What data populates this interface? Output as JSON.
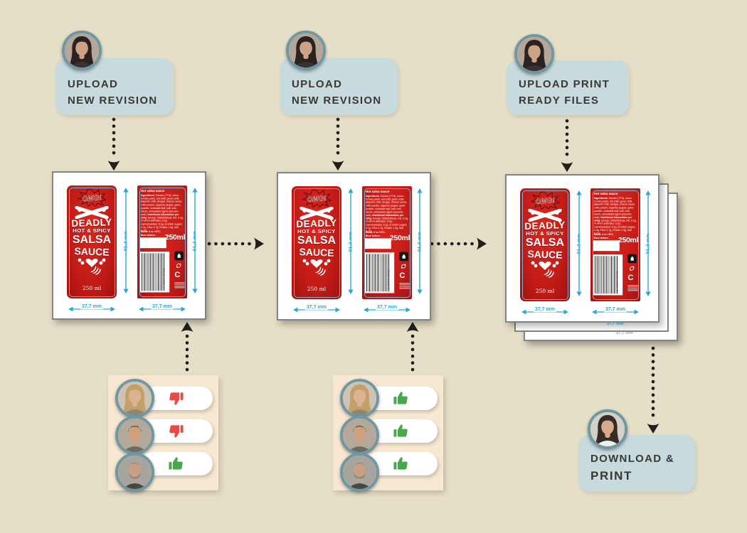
{
  "colors": {
    "background": "#e6dfc8",
    "badge_blue": "#c7dade",
    "panel_peach": "#f8e8d1",
    "label_red": "#c41c17",
    "dimension_blue": "#29a7d9",
    "arrow_black": "#221f1b",
    "avatar_ring_teal": "#6f98a3",
    "accent_green": "#47a94c",
    "accent_red": "#e94b42"
  },
  "stages": [
    {
      "lines": [
        "UPLOAD",
        "NEW REVISION"
      ],
      "avatar": "woman-dark-long"
    },
    {
      "lines": [
        "UPLOAD",
        "NEW REVISION"
      ],
      "avatar": "woman-dark-long"
    },
    {
      "lines": [
        "UPLOAD PRINT",
        "READY FILES"
      ],
      "avatar": "woman-dark-long"
    }
  ],
  "download": {
    "lines": [
      "DOWNLOAD &",
      "PRINT"
    ],
    "avatar": "woman-dark-short"
  },
  "proof": {
    "front_label": {
      "brand": "OMG!",
      "title_lines": [
        "DEADLY",
        "HOT & SPICY",
        "SALSA",
        "SAUCE"
      ],
      "squiggle": ")))",
      "volume": "250 ml"
    },
    "back_label": {
      "title": "Hot salsa sauce",
      "ingredients_label": "Ingredients:",
      "ingredients": "Tomato (77%), onion, tomato paste, red chilli, green chilli, jalapeño chilli, vinegar, cheese sauce, chilli powder, cayenne pepper, garlic powder, coriander leaf, salt, corn starch, antioxidant agent (ascorbic acid).",
      "nutrition_label": "Nutritional information per 100g:",
      "nutrition": "Energy: 306kJ/92kcal, Fat: 0.2g, of which saturates: 0.0g, Carbohydrates: 5.1g, of which sugars: 4.2g, Fibre 1.7g, Protein 1.3g, Salt 0.78g.",
      "store": "Store: 0 to +6°C.",
      "best_before": "Best before:",
      "volume": "250ml",
      "barcode_digits": "5 428376 187325",
      "logo_letter": "C"
    },
    "dimensions": {
      "height": "91,2 mm",
      "width": "37,7 mm"
    }
  },
  "approval_panels": [
    {
      "votes": [
        {
          "avatar": "woman-blonde",
          "vote": "down"
        },
        {
          "avatar": "man-brown",
          "vote": "down"
        },
        {
          "avatar": "man-gray-beard",
          "vote": "up"
        }
      ]
    },
    {
      "votes": [
        {
          "avatar": "woman-blonde",
          "vote": "up"
        },
        {
          "avatar": "man-brown",
          "vote": "up"
        },
        {
          "avatar": "man-gray-beard",
          "vote": "up"
        }
      ]
    }
  ]
}
